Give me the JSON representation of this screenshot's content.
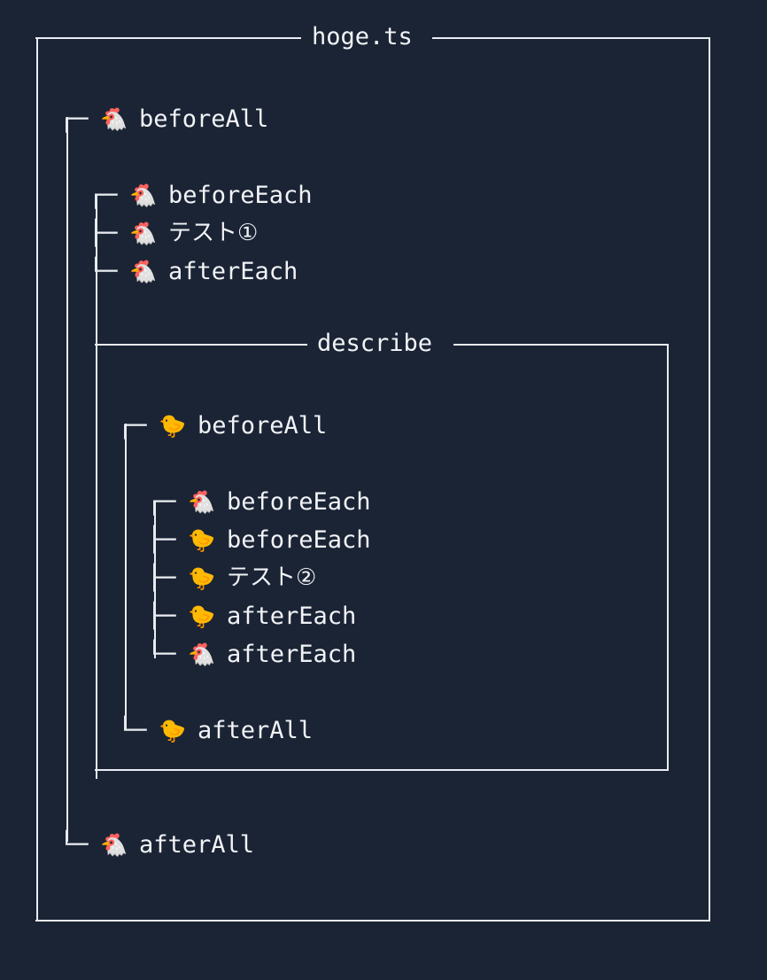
{
  "terminal": {
    "background_color": "#1b2435",
    "foreground_color": "#e9ecf1",
    "file_title": "hoge.ts",
    "describe_title": "describe"
  },
  "icons": {
    "chicken": "🐔",
    "chick": "🐤",
    "chicken_name": "chicken-icon",
    "chick_name": "chick-icon"
  },
  "tree": {
    "rows": [
      {
        "id": "row-beforeall-outer",
        "label": "beforeAll",
        "icon": "🐔",
        "icon_name": "chicken-icon",
        "connector": "┌─",
        "depth": 1
      },
      {
        "id": "row-beforeeach-outer",
        "label": "beforeEach",
        "icon": "🐔",
        "icon_name": "chicken-icon",
        "connector": "┌─",
        "depth": 2
      },
      {
        "id": "row-test-1",
        "label": "テスト①",
        "icon": "🐔",
        "icon_name": "chicken-icon",
        "connector": "├─",
        "depth": 2
      },
      {
        "id": "row-aftereach-outer",
        "label": "afterEach",
        "icon": "🐔",
        "icon_name": "chicken-icon",
        "connector": "└─",
        "depth": 2
      },
      {
        "id": "row-beforeall-inner",
        "label": "beforeAll",
        "icon": "🐤",
        "icon_name": "chick-icon",
        "connector": "┌─",
        "depth": 4
      },
      {
        "id": "row-beforeeach-inner-outer",
        "label": "beforeEach",
        "icon": "🐔",
        "icon_name": "chicken-icon",
        "connector": "┌─",
        "depth": 5
      },
      {
        "id": "row-beforeeach-inner",
        "label": "beforeEach",
        "icon": "🐤",
        "icon_name": "chick-icon",
        "connector": "├─",
        "depth": 5
      },
      {
        "id": "row-test-2",
        "label": "テスト②",
        "icon": "🐤",
        "icon_name": "chick-icon",
        "connector": "├─",
        "depth": 5
      },
      {
        "id": "row-aftereach-inner",
        "label": "afterEach",
        "icon": "🐤",
        "icon_name": "chick-icon",
        "connector": "├─",
        "depth": 5
      },
      {
        "id": "row-aftereach-inner-outer",
        "label": "afterEach",
        "icon": "🐔",
        "icon_name": "chicken-icon",
        "connector": "└─",
        "depth": 5
      },
      {
        "id": "row-afterall-inner",
        "label": "afterAll",
        "icon": "🐤",
        "icon_name": "chick-icon",
        "connector": "└─",
        "depth": 4
      },
      {
        "id": "row-afterall-outer",
        "label": "afterAll",
        "icon": "🐔",
        "icon_name": "chicken-icon",
        "connector": "└─",
        "depth": 1
      }
    ]
  },
  "lines": {
    "l0": {
      "text": "hoge.ts"
    },
    "l1": {
      "text": ""
    },
    "l2": {
      "text": "beforeAll"
    },
    "l3": {
      "text": ""
    },
    "l4": {
      "text": "beforeEach"
    },
    "l5": {
      "text": "テスト①"
    },
    "l6": {
      "text": "afterEach"
    },
    "l7": {
      "text": ""
    },
    "l8": {
      "text": "describe"
    },
    "l9": {
      "text": ""
    },
    "l10": {
      "text": "beforeAll"
    },
    "l11": {
      "text": ""
    },
    "l12": {
      "text": "beforeEach"
    },
    "l13": {
      "text": "beforeEach"
    },
    "l14": {
      "text": "テスト②"
    },
    "l15": {
      "text": "afterEach"
    },
    "l16": {
      "text": "afterEach"
    },
    "l17": {
      "text": ""
    },
    "l18": {
      "text": "afterAll"
    },
    "l19": {
      "text": ""
    },
    "l20": {
      "text": ""
    },
    "l21": {
      "text": "afterAll"
    },
    "l22": {
      "text": ""
    }
  },
  "glyphs": {
    "branch_first": "┌─",
    "branch_mid": "├─",
    "branch_last": "└─",
    "vertical": "│"
  }
}
